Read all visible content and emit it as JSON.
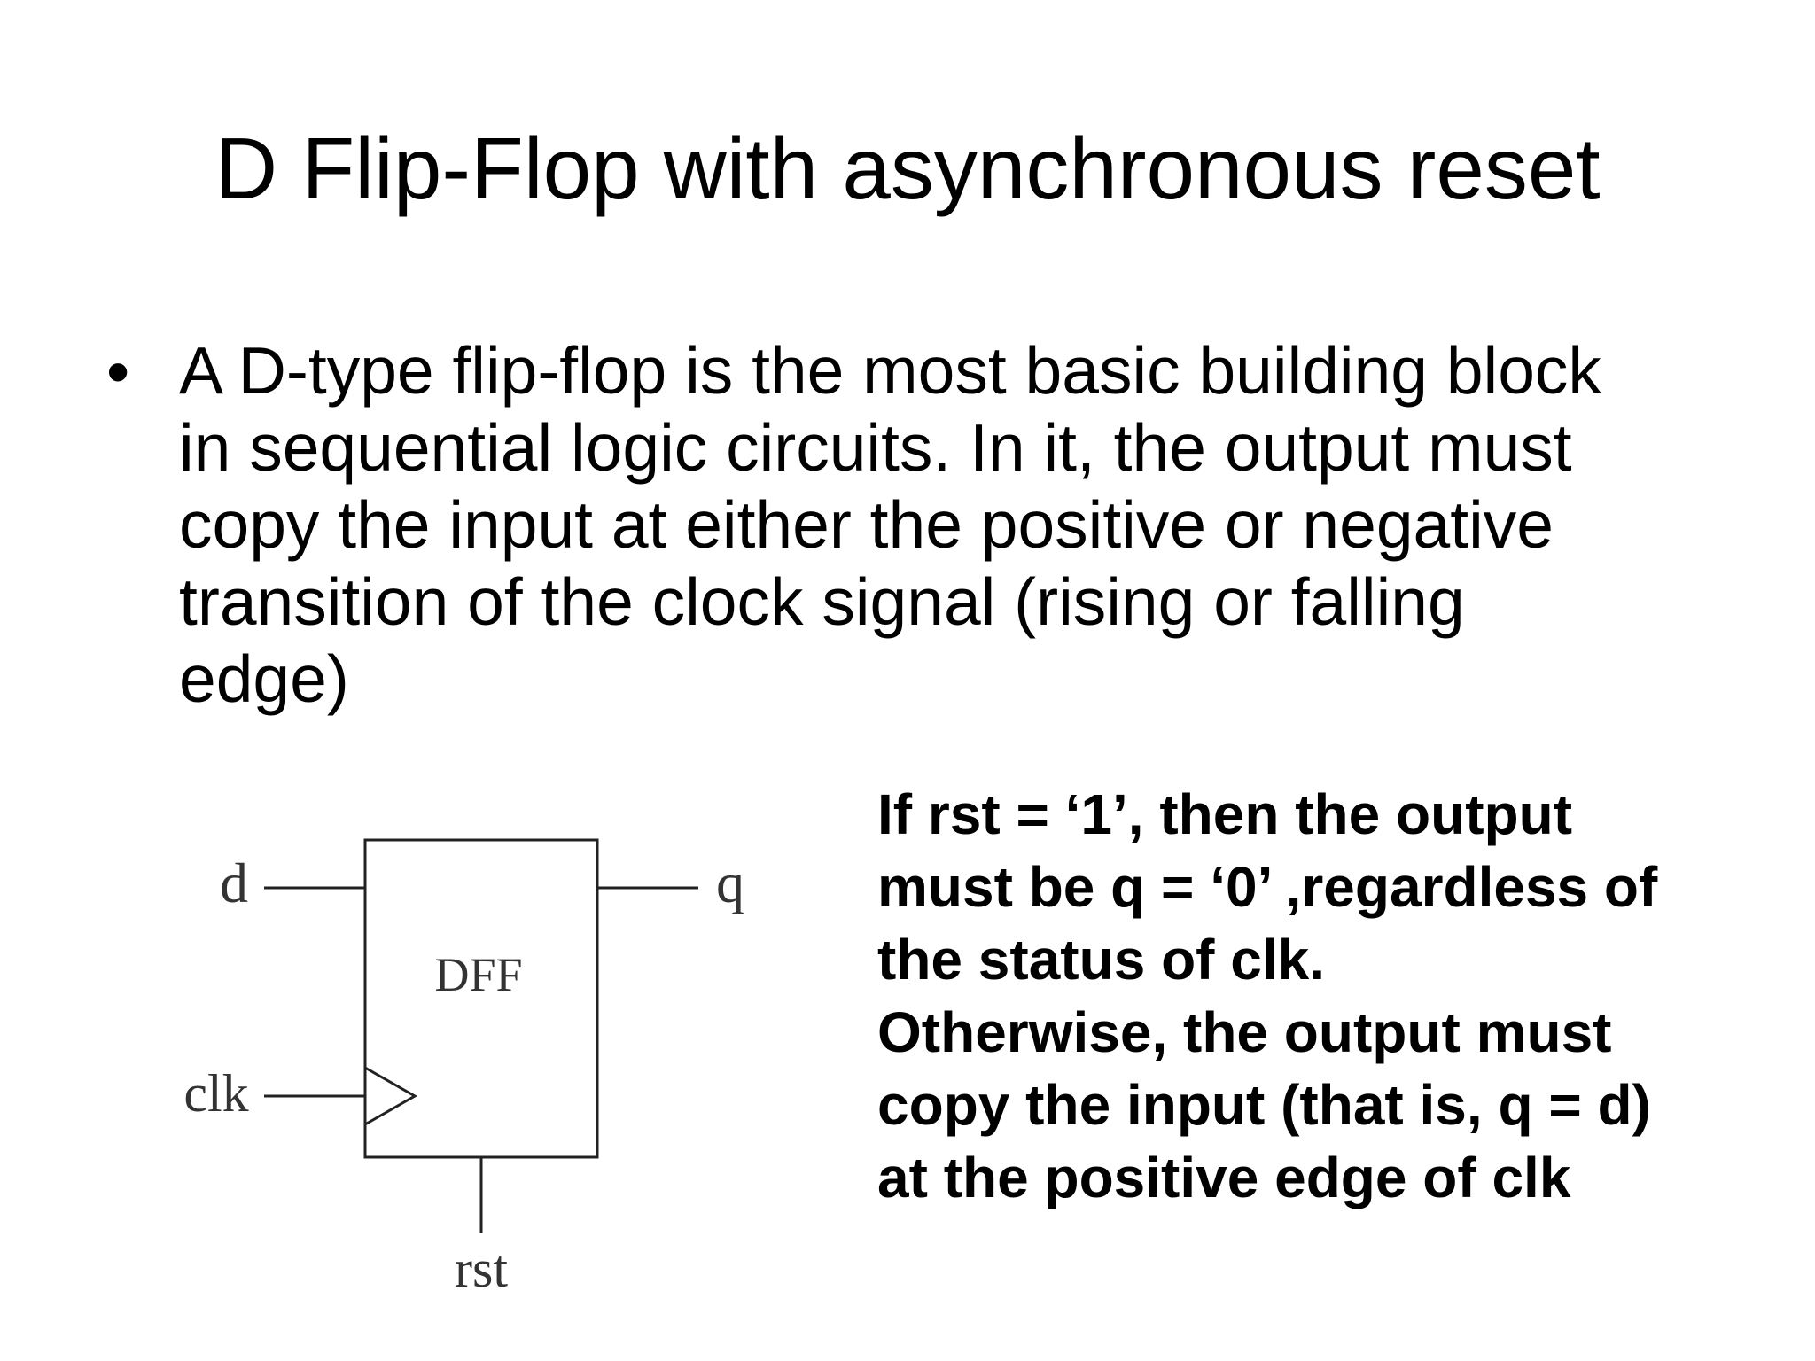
{
  "slide": {
    "title": "D Flip-Flop with asynchronous reset",
    "bullet": {
      "marker": "•",
      "lines": [
        "A D-type flip-flop is the most basic building block",
        "in sequential logic circuits. In it, the output must",
        "copy the input at either the positive or negative",
        "transition of the clock signal (rising or falling",
        "edge)"
      ]
    },
    "diagram": {
      "block_label": "DFF",
      "input_d": "d",
      "input_clk": "clk",
      "input_rst": "rst",
      "output_q": "q"
    },
    "note": {
      "lines": [
        "If rst = ‘1’, then the output",
        "must be q = ‘0’ ,regardless of",
        "the status of clk.",
        "Otherwise, the output must",
        "copy the input (that is, q = d)",
        "at the positive edge of clk"
      ]
    }
  }
}
